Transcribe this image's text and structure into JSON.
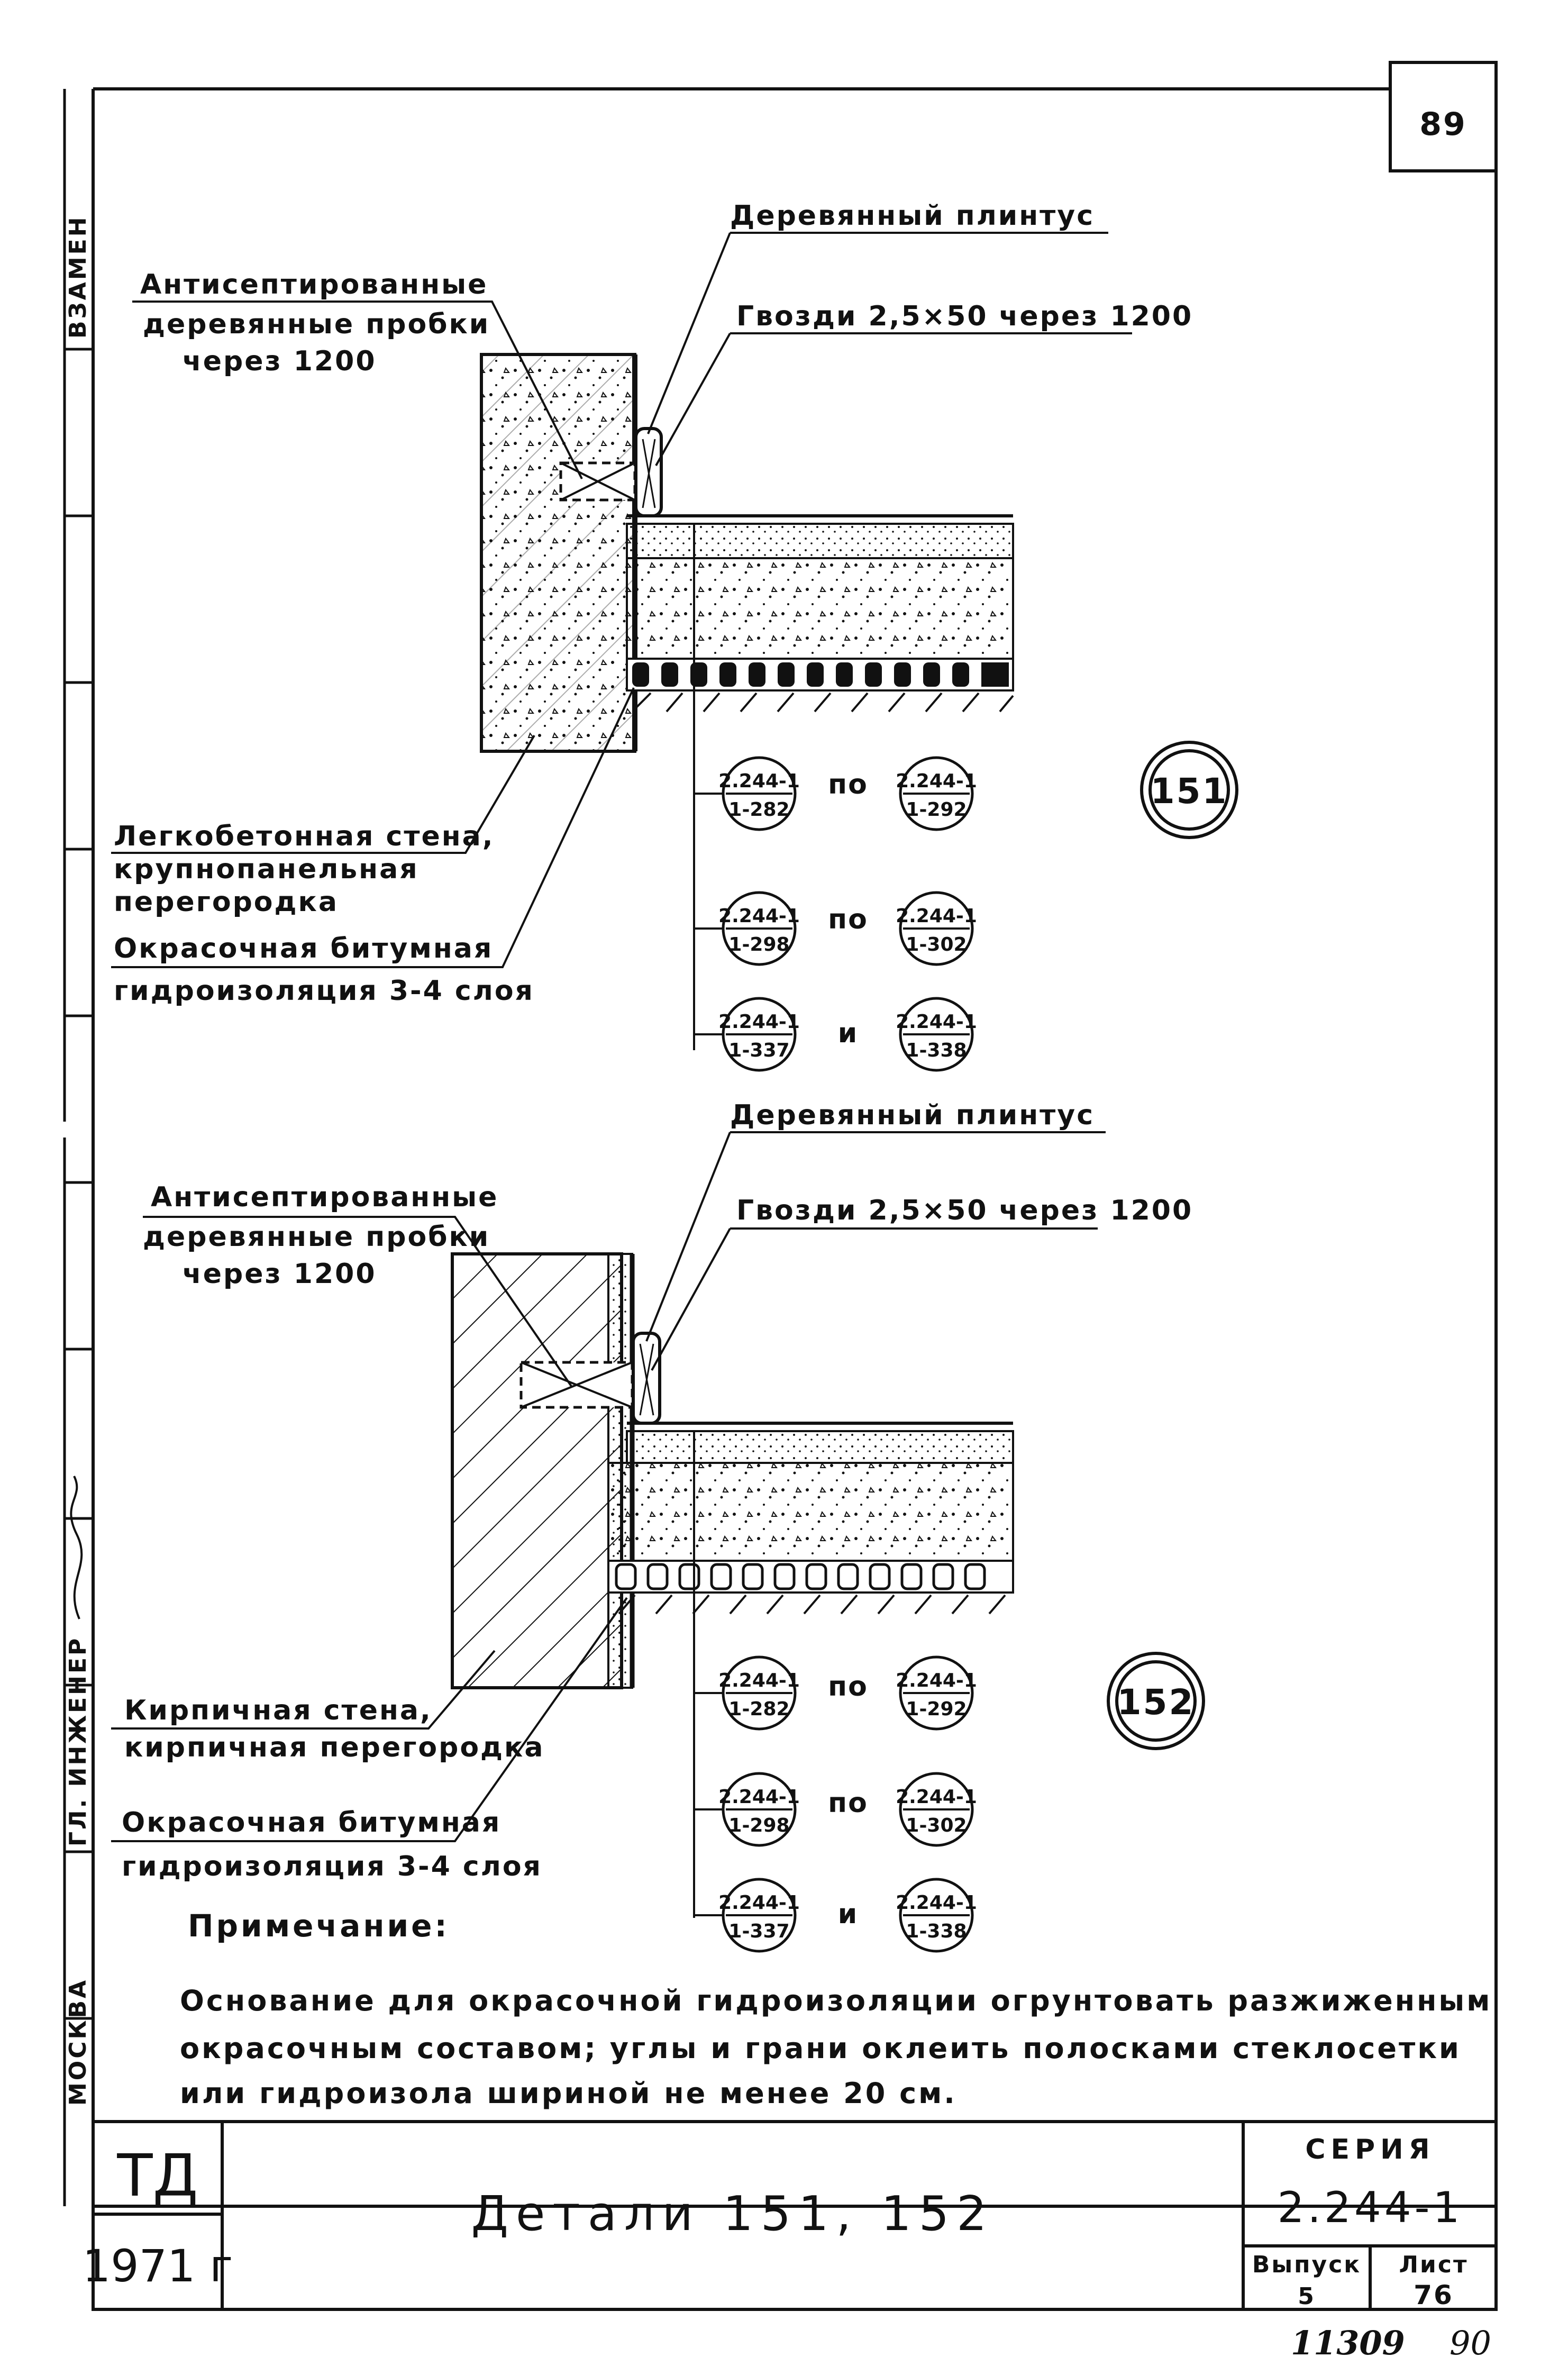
{
  "sheet_number": "89",
  "side_stamp": {
    "vzamen": "ВЗАМЕН",
    "engineer": "ГЛ. ИНЖЕНЕР",
    "town": "МОСКВА"
  },
  "detail_151": {
    "label_skirting": "Деревянный плинтус",
    "label_nails": "Гвозди 2,5×50 через 1200",
    "label_plugs": [
      "Антисептированные",
      "деревянные пробки",
      "через 1200"
    ],
    "label_wall": [
      "Легкобетонная стена,",
      "крупнопанельная",
      "перегородка"
    ],
    "label_waterproof": [
      "Окрасочная битумная",
      "гидроизоляция 3-4 слоя"
    ],
    "number": "151"
  },
  "detail_152": {
    "label_skirting": "Деревянный плинтус",
    "label_nails": "Гвозди 2,5×50 через 1200",
    "label_plugs": [
      "Антисептированные",
      "деревянные пробки",
      "через 1200"
    ],
    "label_wall": [
      "Кирпичная стена,",
      "кирпичная перегородка"
    ],
    "label_waterproof": [
      "Окрасочная битумная",
      "гидроизоляция 3-4 слоя"
    ],
    "number": "152"
  },
  "refs": {
    "r1_top": "2.244-1",
    "r1_bottom": "1-282",
    "r2_top": "2.244-1",
    "r2_bottom": "1-292",
    "r3_top": "2.244-1",
    "r3_bottom": "1-298",
    "r4_top": "2.244-1",
    "r4_bottom": "1-302",
    "r5_top": "2.244-1",
    "r5_bottom": "1-337",
    "r6_top": "2.244-1",
    "r6_bottom": "1-338",
    "word_po": "по",
    "word_i": "и"
  },
  "note": {
    "heading": "Примечание:",
    "lines": [
      "Основание для окрасочной гидроизоляции огрунтовать разжиженным",
      "окрасочным составом; углы и грани оклеить полосками стеклосетки",
      "или гидроизола шириной не менее 20 см."
    ]
  },
  "title_block": {
    "org": "ТД",
    "year": "1971 г",
    "title": "Детали 151, 152",
    "series_label": "СЕРИЯ",
    "series_value": "2.244-1",
    "issue_label": "Выпуск",
    "issue_value": "5",
    "sheet_label": "Лист",
    "sheet_value": "76"
  },
  "footer": {
    "code": "11309",
    "number": "90"
  }
}
